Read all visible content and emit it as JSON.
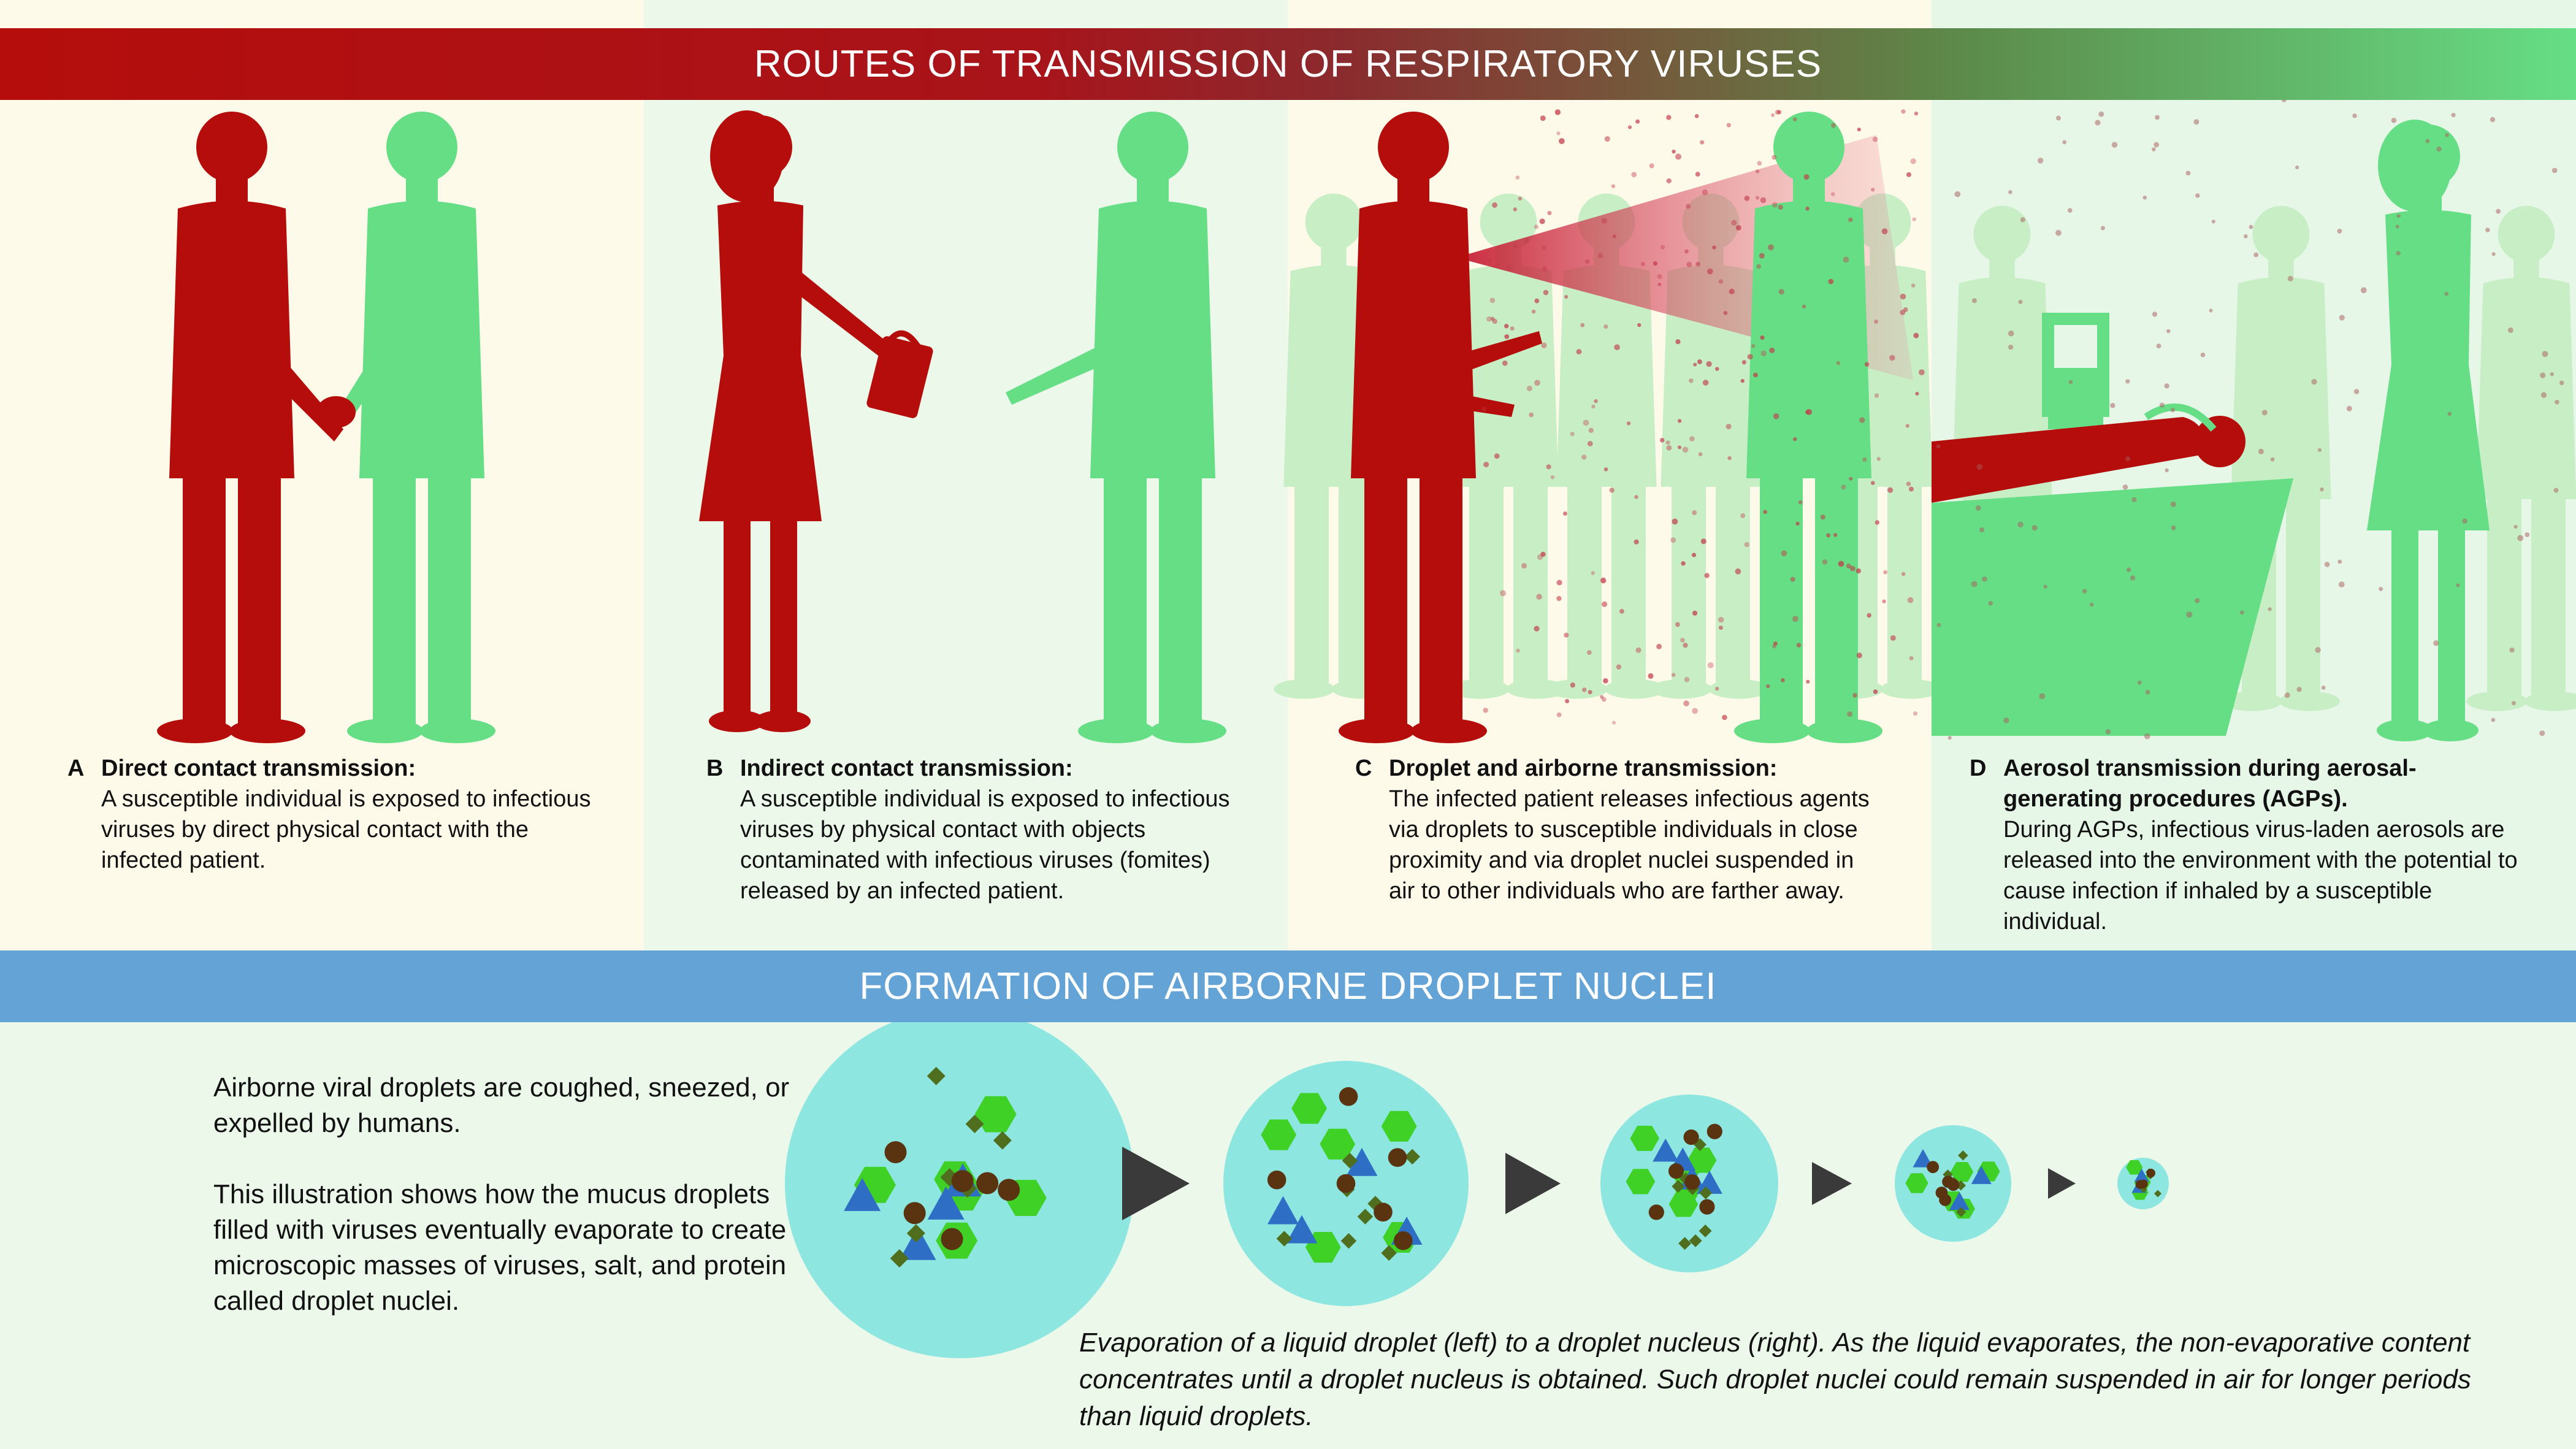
{
  "header": {
    "title": "ROUTES OF TRANSMISSION OF RESPIRATORY VIRUSES"
  },
  "colors": {
    "infected_red": "#b50d0c",
    "susceptible_green": "#66de86",
    "banner_blue": "#64a3d6",
    "droplet_cyan": "#8ee6e1",
    "virus_green": "#3fd126",
    "virus_blue": "#2e6fc5",
    "salt_olive": "#4f6f1e",
    "protein_brown": "#5a3311",
    "arrow_gray": "#3a3a3a"
  },
  "panels": [
    {
      "letter": "A",
      "heading": "Direct contact transmission:",
      "body": "A susceptible individual is exposed to infectious viruses by direct  physical contact with the infected patient."
    },
    {
      "letter": "B",
      "heading": "Indirect contact transmission:",
      "body": "A susceptible individual is exposed to infectious viruses by physical contact with objects contaminated with infectious viruses (fomites) released by an infected patient."
    },
    {
      "letter": "C",
      "heading": "Droplet and airborne transmission:",
      "body": "The infected patient releases infectious agents via droplets to susceptible individuals in close proximity and via droplet nuclei suspended in air to other individuals who are farther away."
    },
    {
      "letter": "D",
      "heading": "Aerosol transmission during aerosal-generating procedures (AGPs).",
      "body": "During AGPs, infectious virus-laden aerosols are released into the environment with the potential to cause infection if inhaled by a susceptible individual."
    }
  ],
  "lower_section": {
    "title": "FORMATION OF AIRBORNE DROPLET NUCLEI",
    "paragraph_1": "Airborne viral droplets are coughed, sneezed, or expelled by humans.",
    "paragraph_2": "This illustration shows how the mucus droplets filled with viruses eventually evaporate to create microscopic masses of viruses, salt, and protein called droplet nuclei.",
    "caption": "Evaporation of a liquid droplet (left) to a droplet nucleus (right). As the liquid evaporates, the non-evaporative content concentrates until a droplet nucleus is obtained. Such droplet nuclei could remain suspended in air for longer periods than liquid droplets."
  }
}
